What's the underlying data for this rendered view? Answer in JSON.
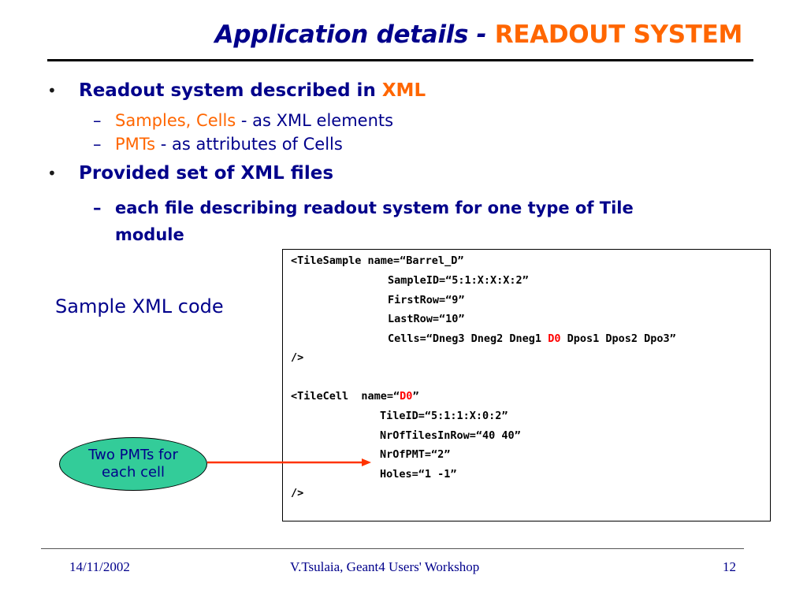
{
  "title": {
    "main": "Application details - ",
    "highlight": "READOUT SYSTEM"
  },
  "bullets": [
    {
      "text": "Readout system described in ",
      "highlight": "XML",
      "subs": [
        {
          "highlight": "Samples, Cells",
          "text": " - as XML elements"
        },
        {
          "highlight": "PMTs",
          "text": " - as attributes of Cells"
        }
      ]
    },
    {
      "text": "Provided set of XML files",
      "subs": [
        {
          "line1": "each file describing readout system for one type of Tile",
          "line2": "module"
        }
      ]
    }
  ],
  "bullet_symbol": "•",
  "dash_symbol": "–",
  "sample_label": "Sample XML code",
  "code": {
    "sample_open": "<TileSample name=“Barrel_D”",
    "sample_id": "SampleID=“5:1:X:X:X:2”",
    "first_row": "FirstRow=“9”",
    "last_row": "LastRow=“10”",
    "cells_pre": "Cells=“Dneg3 Dneg2 Dneg1 ",
    "cells_red": "D0",
    "cells_post": " Dpos1 Dpos2 Dpo3”",
    "close1": "/>",
    "cell_open_pre": "<TileCell  name=“",
    "cell_open_red": "D0",
    "cell_open_post": "”",
    "tile_id": "TileID=“5:1:1:X:0:2”",
    "nr_tiles": "NrOfTilesInRow=“40 40”",
    "nr_pmt": "NrOfPMT=“2”",
    "holes": "Holes=“1 -1”",
    "close2": "/>"
  },
  "callout": {
    "line1": "Two PMTs for",
    "line2": "each cell"
  },
  "colors": {
    "text": "#00008b",
    "highlight": "#ff6600",
    "red": "#ff0000",
    "callout_fill": "#33cc99",
    "arrow": "#ff3300"
  },
  "footer": {
    "date": "14/11/2002",
    "center": "V.Tsulaia, Geant4 Users' Workshop",
    "page": "12"
  }
}
